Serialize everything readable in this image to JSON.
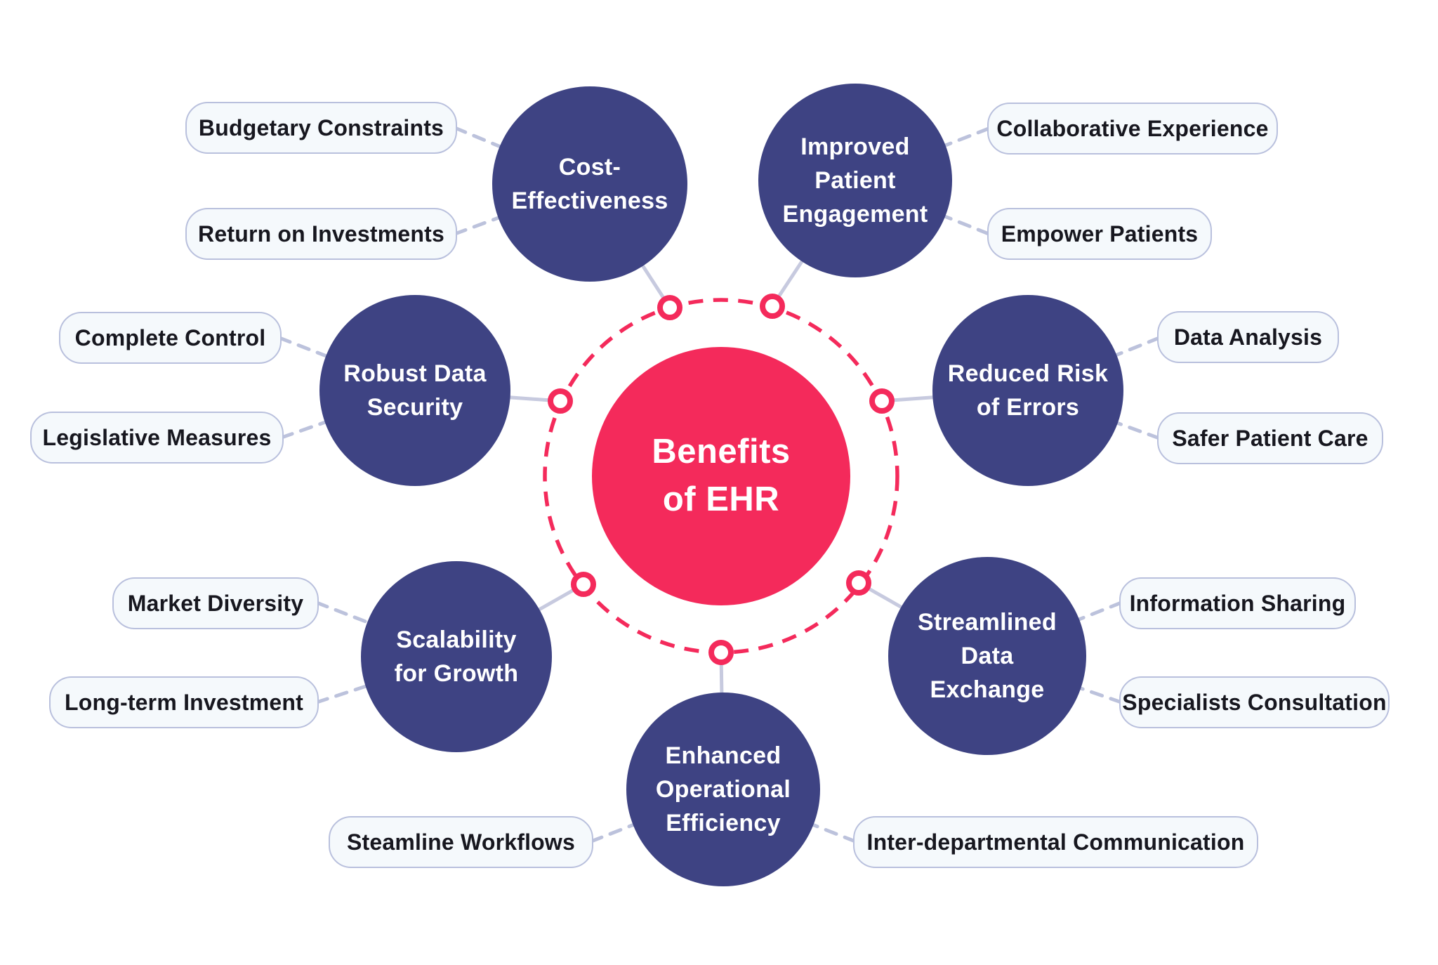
{
  "center": {
    "lines": [
      "Benefits",
      "of EHR"
    ]
  },
  "colors": {
    "hub_pink": "#F42A5B",
    "ring_dash_pink": "#F42A5B",
    "satellite_navy": "#3E4383",
    "leaf_bg": "#F5F9FC",
    "leaf_border": "#B9C0DD",
    "leaf_text": "#17171F",
    "solid_connector": "#C7CADF",
    "dashed_connector": "#BCC2DC",
    "background": "#FFFFFF"
  },
  "nodes": [
    {
      "label": "Cost-Effectiveness",
      "lines": [
        "Cost-",
        "Effectiveness"
      ],
      "leaves": [
        "Budgetary Constraints",
        "Return on Investments"
      ]
    },
    {
      "label": "Improved Patient Engagement",
      "lines": [
        "Improved",
        "Patient",
        "Engagement"
      ],
      "leaves": [
        "Collaborative Experience",
        "Empower Patients"
      ]
    },
    {
      "label": "Robust Data Security",
      "lines": [
        "Robust Data",
        "Security"
      ],
      "leaves": [
        "Complete Control",
        "Legislative Measures"
      ]
    },
    {
      "label": "Reduced Risk of Errors",
      "lines": [
        "Reduced Risk",
        "of Errors"
      ],
      "leaves": [
        "Data Analysis",
        "Safer Patient Care"
      ]
    },
    {
      "label": "Scalability for Growth",
      "lines": [
        "Scalability",
        "for Growth"
      ],
      "leaves": [
        "Market Diversity",
        "Long-term Investment"
      ]
    },
    {
      "label": "Streamlined Data Exchange",
      "lines": [
        "Streamlined",
        "Data",
        "Exchange"
      ],
      "leaves": [
        "Information Sharing",
        "Specialists Consultation"
      ]
    },
    {
      "label": "Enhanced Operational Efficiency",
      "lines": [
        "Enhanced",
        "Operational",
        "Efficiency"
      ],
      "leaves": [
        "Steamline Workflows",
        "Inter-departmental Communication"
      ]
    }
  ]
}
